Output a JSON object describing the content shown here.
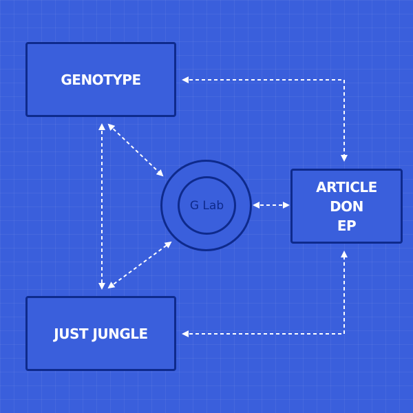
{
  "nodes": {
    "genotype": {
      "label": "GENOTYPE"
    },
    "just_jungle": {
      "label": "JUST JUNGLE"
    },
    "article": {
      "lines": [
        "ARTICLE",
        "DON",
        "EP"
      ]
    },
    "hub": {
      "label": "G Lab"
    }
  },
  "colors": {
    "background": "#3a5fdc",
    "border": "#0e2a8c",
    "connector": "#ffffff",
    "text": "#ffffff"
  }
}
